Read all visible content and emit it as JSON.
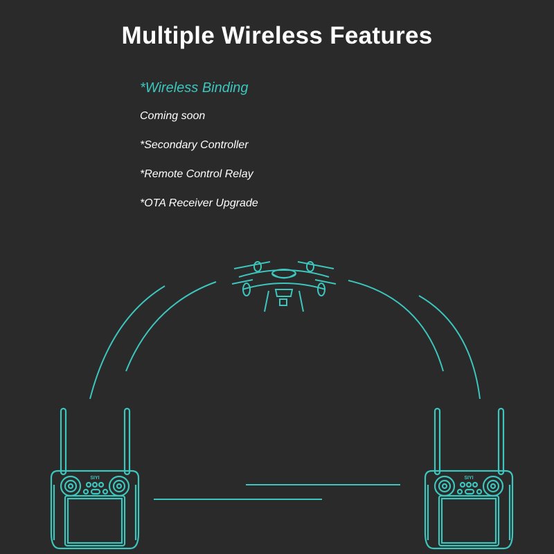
{
  "title": "Multiple Wireless Features",
  "features": [
    {
      "label": "*Wireless Binding",
      "highlight": true
    },
    {
      "label": "Coming soon",
      "highlight": false
    },
    {
      "label": "*Secondary Controller",
      "highlight": false
    },
    {
      "label": "*Remote Control Relay",
      "highlight": false
    },
    {
      "label": "*OTA Receiver Upgrade",
      "highlight": false
    }
  ],
  "controller_logo": "SIYI",
  "colors": {
    "background": "#2a2a2a",
    "accent": "#3cc6bd",
    "text": "#ffffff"
  }
}
